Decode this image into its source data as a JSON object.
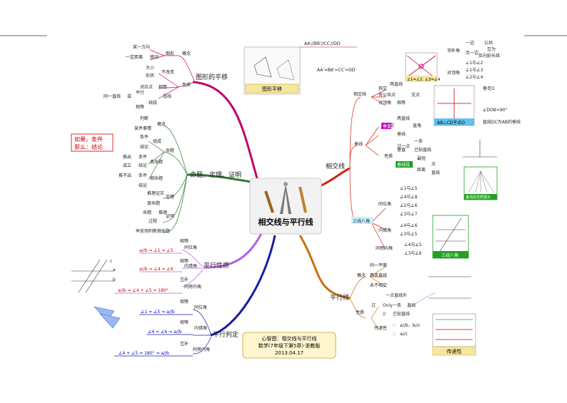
{
  "center": {
    "title": "相交线与平行线"
  },
  "note": {
    "line1": "心智图：相交线与平行线",
    "line2": "数学(7年级下第5章)·浙教版",
    "line3": "2013.04.17"
  },
  "callout": {
    "line1": "如果，条件",
    "line2": "那么：结论"
  },
  "colors": {
    "translation": "#c0006a",
    "proposition": "#2f7a2f",
    "parallel_property": "#b060e0",
    "parallel_judgement": "#1a1aa8",
    "intersect": "#d42010",
    "parallel": "#c87010"
  },
  "branches": {
    "translation": {
      "label": "图形的平移",
      "sub": {
        "shape": "图形",
        "concept": "概念",
        "property": "性质"
      },
      "leaves": [
        "某一方向",
        "一定距离",
        "移动",
        "大小",
        "形状",
        "不改变",
        "对应点",
        "连线",
        "同一直线",
        "或",
        "平行",
        "相等",
        "线段",
        "相等"
      ],
      "picture_caption": "图形平移",
      "formula1": "AA′//BB′//CC′//DD′",
      "formula2": "AA′=BB′=CC′=DD′"
    },
    "proposition": {
      "label": "命题、定理、证明",
      "sub": [
        "概念",
        "组成",
        "命题",
        "真命题",
        "假命题",
        "定理",
        "证明"
      ],
      "leaves": [
        "判断",
        "某件事情",
        "条件",
        "结论",
        "推出",
        "条件",
        "成立",
        "结论",
        "推不出",
        "条件",
        "结论",
        "推理证实",
        "真命题",
        "命题",
        "推理",
        "过程",
        "举反例",
        "判断假命题"
      ]
    },
    "parallel_property": {
      "label": "平行性质",
      "rows": [
        {
          "cond": "相等",
          "formula": "a//b ⇒ ∠1 = ∠5",
          "angle": "同位角"
        },
        {
          "cond": "相等",
          "formula": "a//b ⇒ ∠4 = ∠6",
          "angle": "内错角"
        },
        {
          "cond": "互补",
          "formula": "a//b ⇒ ∠4 + ∠5 = 180°",
          "angle": "同旁内角"
        }
      ]
    },
    "parallel_judgement": {
      "label": "平行判定",
      "rows": [
        {
          "cond": "相等",
          "formula": "∠1 = ∠5 ⇒ a//b",
          "angle": "同位角"
        },
        {
          "cond": "相等",
          "formula": "∠4 = ∠6 ⇒ a//b",
          "angle": "内错角"
        },
        {
          "cond": "互补",
          "formula": "∠4 + ∠5 = 180° ⇒ a//b",
          "angle": "同旁内角"
        }
      ]
    },
    "intersect": {
      "label": "相交线",
      "nodes": [
        "相交线",
        "斜交",
        "有公共点",
        "交点",
        "两直线",
        "对顶角",
        "相等",
        "垂线",
        "相交",
        "直角",
        "垂线",
        "两直线",
        "性质",
        "过一点",
        "一条",
        "垂直",
        "已知直线",
        "最短",
        "距离",
        "点",
        "直线"
      ],
      "highlight1": "垂直",
      "highlight2": "垂线段",
      "adjacent": {
        "label": "邻补角",
        "a": "一边",
        "b": "公共",
        "c": "另一边",
        "d": "互为",
        "e": "反向延长线",
        "f": "∠1与∠2"
      },
      "vertical": {
        "label": "对顶角",
        "a": "∠1与∠3",
        "b": "∠2与∠4"
      },
      "angle_eq": "∠1=∠2, ∠3=∠4",
      "perp1": "垂足O",
      "perp2": "∠DOB=90°",
      "perp3": "直线DC为AB的垂线",
      "caption_ab": "AB⊥CD于点O",
      "caption_shortest": "垂线段性质展示",
      "three_lines": {
        "label": "三线八角",
        "items": [
          {
            "name": "同位角",
            "pairs": [
              "∠1与∠5",
              "∠4与∠8",
              "∠2与∠6",
              "∠3与∠7"
            ]
          },
          {
            "name": "内错角",
            "pairs": [
              "∠4与∠6",
              "∠3与∠5"
            ]
          },
          {
            "name": "同旁内角",
            "pairs": [
              "∠4与∠5",
              "∠3与∠6"
            ]
          }
        ]
      },
      "caption_three": "三线八角"
    },
    "parallel": {
      "label": "平行线",
      "concept": "概念",
      "concept_items": [
        "同一平面",
        "两条直线",
        "永不相交"
      ],
      "property": "性质",
      "p_items": [
        "直线外",
        "一点",
        "过",
        "Only",
        "一条",
        "直线",
        "//",
        "已知直线"
      ],
      "transitive": "传递性",
      "t_items": [
        "∵",
        "a//b，b//c",
        "∴",
        "a//c"
      ],
      "caption": "传递性"
    }
  }
}
